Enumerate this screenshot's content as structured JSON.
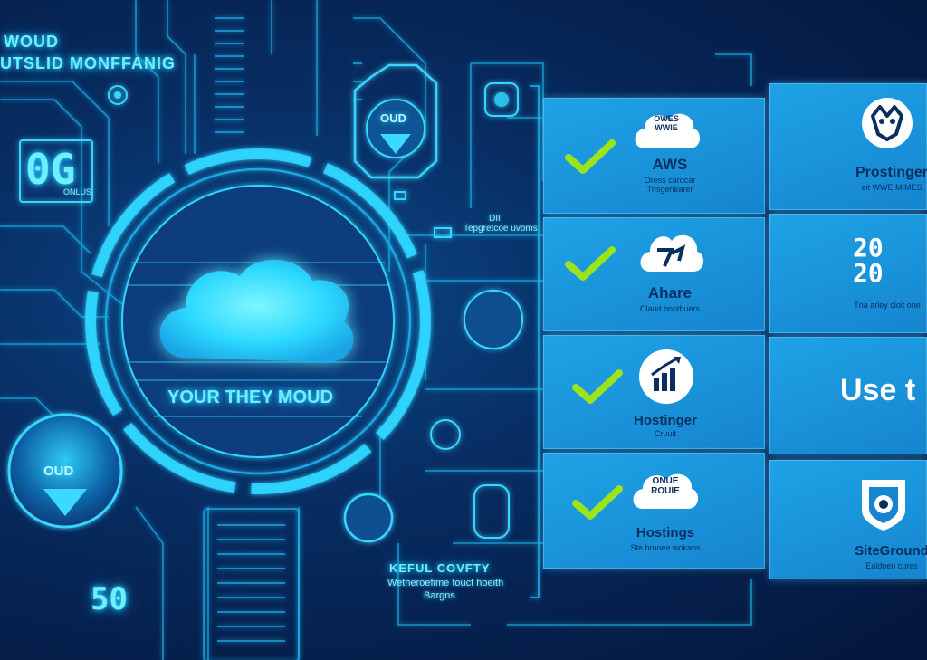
{
  "header": {
    "line1": "WOUD",
    "line2": "UTSLID MONFFANIG"
  },
  "left_panel": {
    "lcd_top": "0G",
    "lcd_top_sub": "ONLUS",
    "lcd_bottom": "50",
    "badge_label": "OUD"
  },
  "center": {
    "title": "YOUR THEY MOUD",
    "badge_label": "OUD",
    "label_a": "DII",
    "label_b": "Tepgretcoe uvoms"
  },
  "bottom": {
    "title": "KEFUL COVFTY",
    "sub1": "Wetheroefime touct hoeith",
    "sub2": "Bargns"
  },
  "providers": [
    {
      "name": "AWS",
      "sub": "Oress cardcar\nTrisgerlearer",
      "logo_text": "OWES\nWWIE",
      "checked": true
    },
    {
      "name": "Prostinger",
      "sub": "eit WWE MIMES",
      "logo_text": "",
      "checked": false
    },
    {
      "name": "Ahare",
      "sub": "Claud bontbuers",
      "logo_text": "",
      "checked": true
    },
    {
      "name": "",
      "sub": "Tna arley cloit one",
      "logo_text": "20\n20",
      "checked": false
    },
    {
      "name": "Hostinger",
      "sub": "Cruuit",
      "logo_text": "",
      "checked": true
    },
    {
      "name": "Hostings",
      "sub": "Ste bruoee wokans",
      "logo_text": "ONUE\nROUIE",
      "checked": true
    },
    {
      "name": "SiteGround",
      "sub": "Ealdoen cures",
      "logo_text": "",
      "checked": false
    }
  ],
  "use_text": "Use t",
  "colors": {
    "background": "#06204d",
    "glow": "#2fd6ff",
    "tile": "#1a94da",
    "check": "#9be31a",
    "tile_text": "#0a2f5e"
  }
}
